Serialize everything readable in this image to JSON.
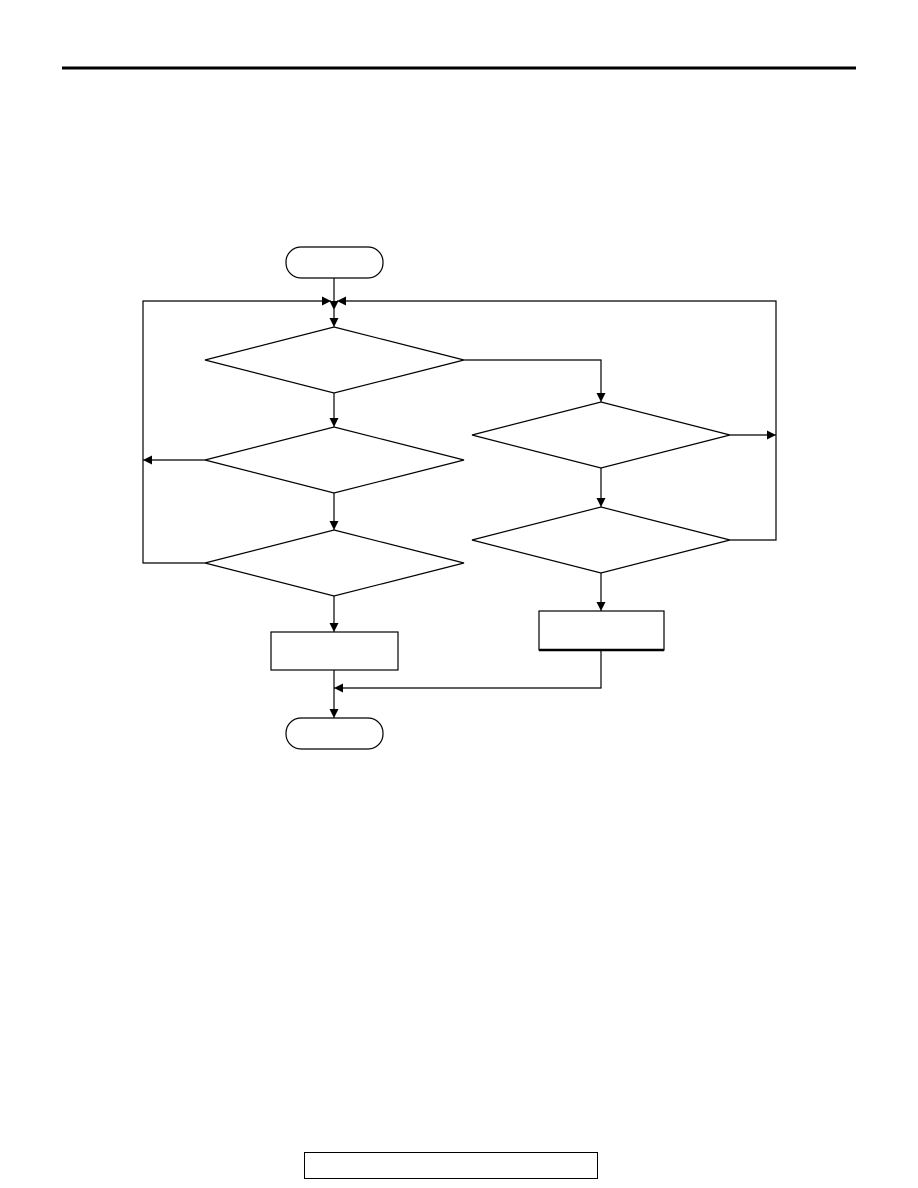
{
  "header": {
    "title": ""
  },
  "flowchart": {
    "start": {
      "label": ""
    },
    "end": {
      "label": ""
    },
    "decisions": [
      {
        "id": "d1",
        "label": ""
      },
      {
        "id": "d2",
        "label": ""
      },
      {
        "id": "d3",
        "label": ""
      },
      {
        "id": "d4",
        "label": ""
      },
      {
        "id": "d5",
        "label": ""
      }
    ],
    "processes": [
      {
        "id": "p1",
        "label": ""
      },
      {
        "id": "p2",
        "label": ""
      }
    ]
  },
  "footer": {
    "text": ""
  }
}
